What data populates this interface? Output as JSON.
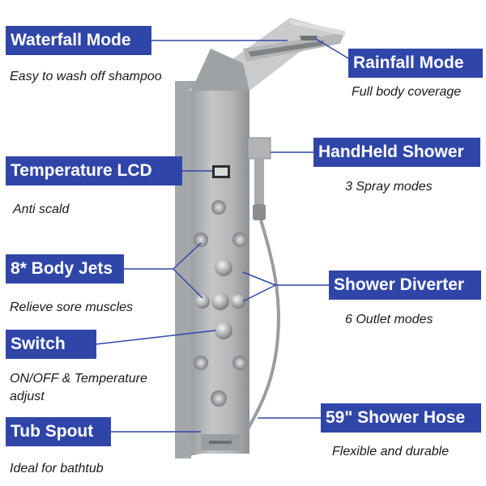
{
  "features": [
    {
      "id": "waterfall",
      "title": "Waterfall Mode",
      "desc": "Easy to wash off shampoo"
    },
    {
      "id": "rainfall",
      "title": "Rainfall Mode",
      "desc": "Full body coverage"
    },
    {
      "id": "lcd",
      "title": "Temperature LCD",
      "desc": "Anti scald"
    },
    {
      "id": "handheld",
      "title": "HandHeld Shower",
      "desc": "3 Spray modes"
    },
    {
      "id": "jets",
      "title": "8* Body Jets",
      "desc": "Relieve sore muscles"
    },
    {
      "id": "diverter",
      "title": "Shower Diverter",
      "desc": "6 Outlet modes"
    },
    {
      "id": "switch",
      "title": "Switch",
      "desc": "ON/OFF & Temperature adjust"
    },
    {
      "id": "hose",
      "title": "59\" Shower Hose",
      "desc": "Flexible and durable"
    },
    {
      "id": "spout",
      "title": "Tub Spout",
      "desc": "Ideal for bathtub"
    }
  ],
  "colors": {
    "label_bg": "#2f46a8",
    "label_text": "#ffffff",
    "panel": "#b7b9bb",
    "pointer": "#2f46a8"
  }
}
